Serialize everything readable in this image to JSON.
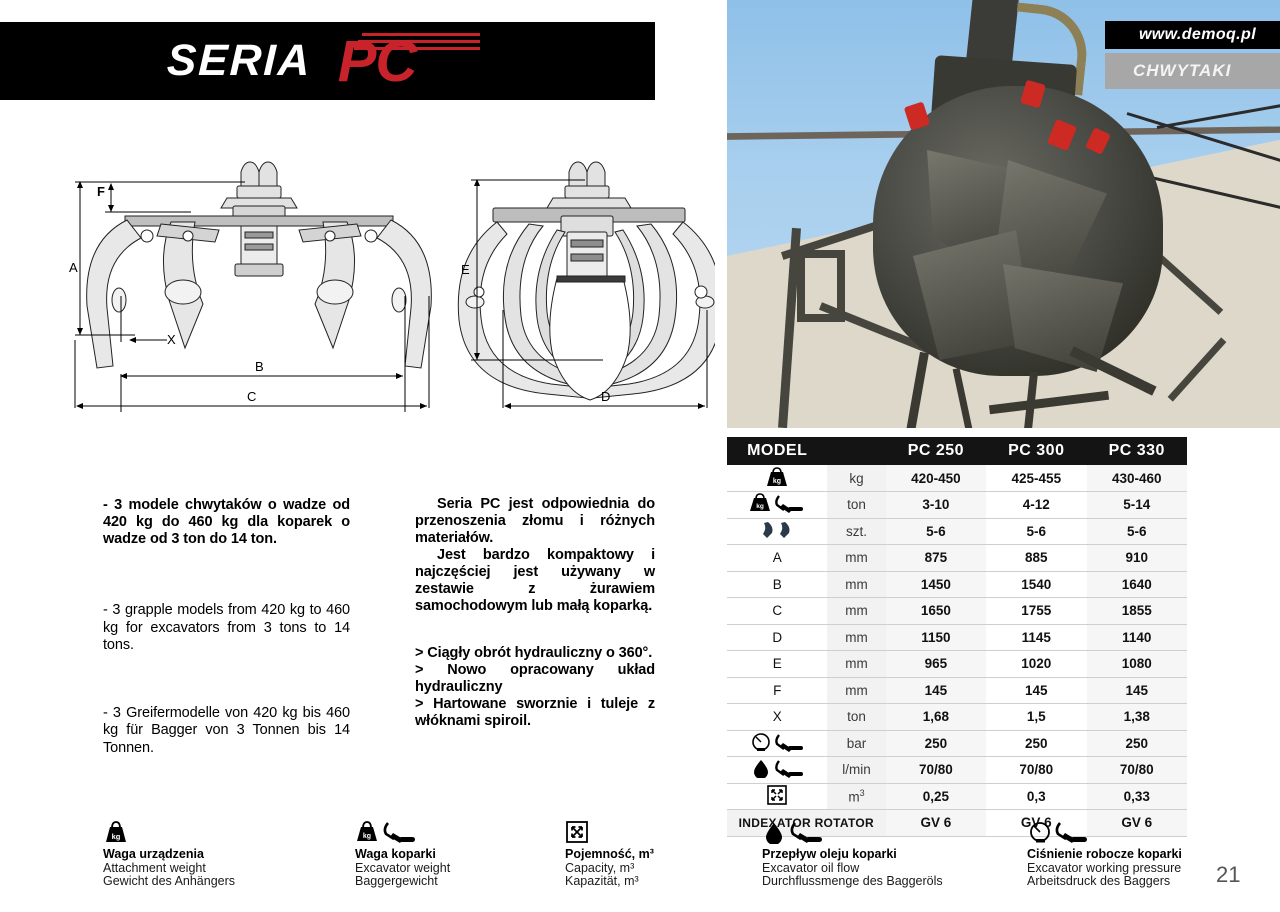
{
  "banner": {
    "seria": "SERIA",
    "pc": "PC"
  },
  "photo_overlay": {
    "url": "www.demoq.pl",
    "category": "CHWYTAKI"
  },
  "drawing": {
    "front_view_labels": [
      "A",
      "F",
      "X",
      "B",
      "C"
    ],
    "side_view_labels": [
      "E",
      "D"
    ]
  },
  "text": {
    "left": {
      "pl": "- 3 modele chwytaków o wadze od 420 kg  do 460 kg dla koparek o wadze od 3 ton do 14 ton.",
      "en": "- 3 grapple models from 420 kg to 460 kg for excavators from 3 tons to 14 tons.",
      "de": "- 3 Greifermodelle von 420 kg bis 460 kg für Bagger von 3 Tonnen bis 14 Tonnen."
    },
    "right": {
      "para1": "Seria PC jest odpowiednia do przenoszenia złomu i różnych materiałów.",
      "para2": "Jest bardzo kompaktowy i najczęściej jest używany w zestawie z żurawiem samochodowym lub małą koparką.",
      "bullet1": "> Ciągły obrót hydrauliczny o 360°.",
      "bullet2": "> Nowo opracowany układ hydrauliczny",
      "bullet3": ">  Hartowane sworznie i tuleje z włóknami spiroil."
    }
  },
  "table": {
    "header": [
      "MODEL",
      "",
      "PC 250",
      "PC 300",
      "PC 330"
    ],
    "rows": [
      {
        "icon": "attachment-weight-icon",
        "letter": "",
        "unit": "kg",
        "values": [
          "420-450",
          "425-455",
          "430-460"
        ]
      },
      {
        "icon": "excavator-weight-icon",
        "letter": "",
        "unit": "ton",
        "values": [
          "3-10",
          "4-12",
          "5-14"
        ]
      },
      {
        "icon": "tines-count-icon",
        "letter": "",
        "unit": "szt.",
        "values": [
          "5-6",
          "5-6",
          "5-6"
        ]
      },
      {
        "icon": "",
        "letter": "A",
        "unit": "mm",
        "values": [
          "875",
          "885",
          "910"
        ]
      },
      {
        "icon": "",
        "letter": "B",
        "unit": "mm",
        "values": [
          "1450",
          "1540",
          "1640"
        ]
      },
      {
        "icon": "",
        "letter": "C",
        "unit": "mm",
        "values": [
          "1650",
          "1755",
          "1855"
        ]
      },
      {
        "icon": "",
        "letter": "D",
        "unit": "mm",
        "values": [
          "1150",
          "1145",
          "1140"
        ]
      },
      {
        "icon": "",
        "letter": "E",
        "unit": "mm",
        "values": [
          "965",
          "1020",
          "1080"
        ]
      },
      {
        "icon": "",
        "letter": "F",
        "unit": "mm",
        "values": [
          "145",
          "145",
          "145"
        ]
      },
      {
        "icon": "",
        "letter": "X",
        "unit": "ton",
        "values": [
          "1,68",
          "1,5",
          "1,38"
        ]
      },
      {
        "icon": "working-pressure-icon",
        "letter": "",
        "unit": "bar",
        "values": [
          "250",
          "250",
          "250"
        ]
      },
      {
        "icon": "oil-flow-icon",
        "letter": "",
        "unit": "l/min",
        "values": [
          "70/80",
          "70/80",
          "70/80"
        ]
      },
      {
        "icon": "capacity-icon",
        "letter": "",
        "unit": "m3",
        "values": [
          "0,25",
          "0,3",
          "0,33"
        ]
      },
      {
        "icon": "",
        "letter": "INDEXATOR  ROTATOR",
        "unit": "",
        "values": [
          "GV 6",
          "GV 6",
          "GV 6"
        ]
      }
    ]
  },
  "legend": [
    {
      "icon": "attachment-weight-icon",
      "pl": "Waga urządzenia",
      "en": "Attachment weight",
      "de": "Gewicht des Anhängers"
    },
    {
      "icon": "excavator-weight-icon",
      "pl": "Waga koparki",
      "en": "Excavator weight",
      "de": "Baggergewicht"
    },
    {
      "icon": "capacity-icon",
      "pl": "Pojemność, m³",
      "en": "Capacity, m³",
      "de": "Kapazität, m³"
    },
    {
      "icon": "oil-flow-icon",
      "pl": "Przepływ oleju koparki",
      "en": "Excavator oil flow",
      "de": "Durchflussmenge des Baggeröls"
    },
    {
      "icon": "working-pressure-icon",
      "pl": "Ciśnienie robocze koparki",
      "en": "Excavator working pressure",
      "de": "Arbeitsdruck des Baggers"
    }
  ],
  "page_number": "21",
  "colors": {
    "brand_red": "#c8222b",
    "banner_black": "#000000",
    "category_grey": "#a7a7a7",
    "table_header": "#141414"
  }
}
